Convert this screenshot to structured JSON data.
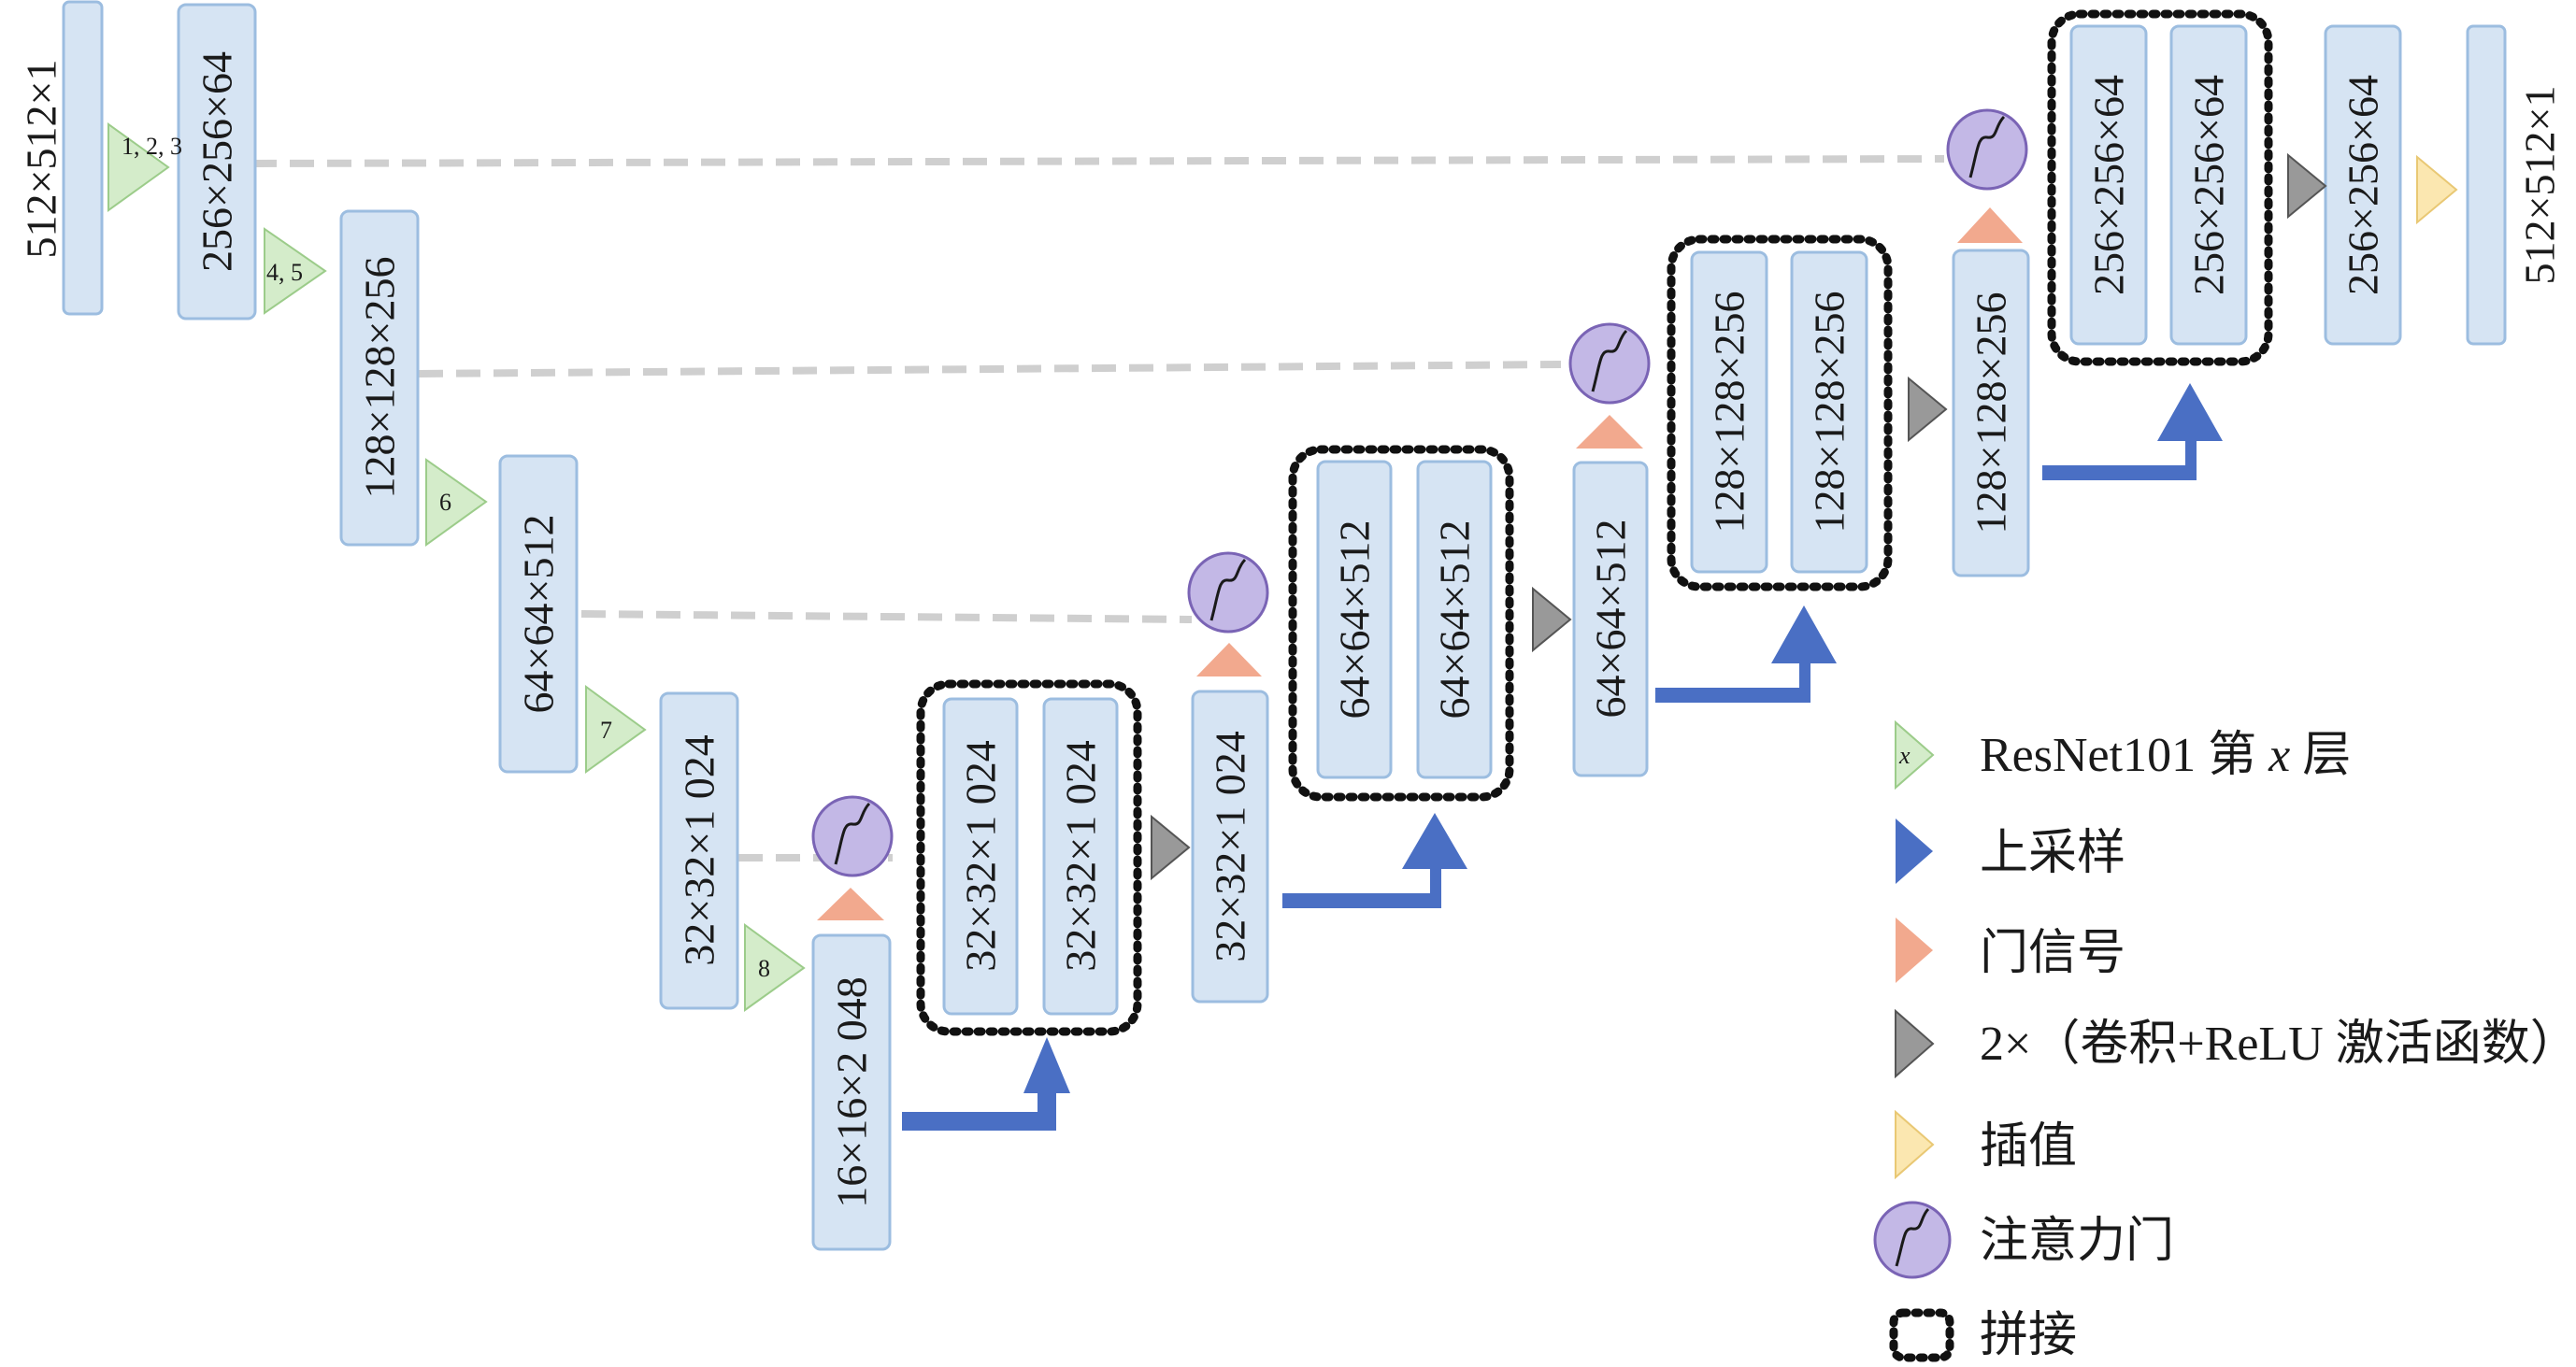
{
  "feature_maps": {
    "input": "512×512×1",
    "enc1": "256×256×64",
    "enc2": "128×128×256",
    "enc3": "64×64×512",
    "enc4": "32×32×1 024",
    "bottleneck": "16×16×2 048",
    "cat4a": "32×32×1 024",
    "cat4b": "32×32×1 024",
    "dec4": "32×32×1 024",
    "cat3a": "64×64×512",
    "cat3b": "64×64×512",
    "dec3": "64×64×512",
    "cat2a": "128×128×256",
    "cat2b": "128×128×256",
    "dec2": "128×128×256",
    "cat1a": "256×256×64",
    "cat1b": "256×256×64",
    "dec1": "256×256×64",
    "output": "512×512×1"
  },
  "resnet_layers": {
    "l123": "1, 2, 3",
    "l45": "4, 5",
    "l6": "6",
    "l7": "7",
    "l8": "8"
  },
  "legend": {
    "resnet_symbol": "x",
    "resnet_prefix": "ResNet101 第 ",
    "resnet_var": "x",
    "resnet_suffix": " 层",
    "upsample": "上采样",
    "gate_signal": "门信号",
    "conv": "2×（卷积+ReLU 激活函数）",
    "interp": "插值",
    "attention_gate": "注意力门",
    "concat": "拼接"
  },
  "colors": {
    "feature_map_fill": "#d6e4f3",
    "resnet_layer": "#d4ecca",
    "upsample": "#4a6fc4",
    "gate_signal": "#f2a98e",
    "conv": "#999999",
    "interp": "#fbe7b0",
    "attention_gate": "#c3b8e6"
  }
}
